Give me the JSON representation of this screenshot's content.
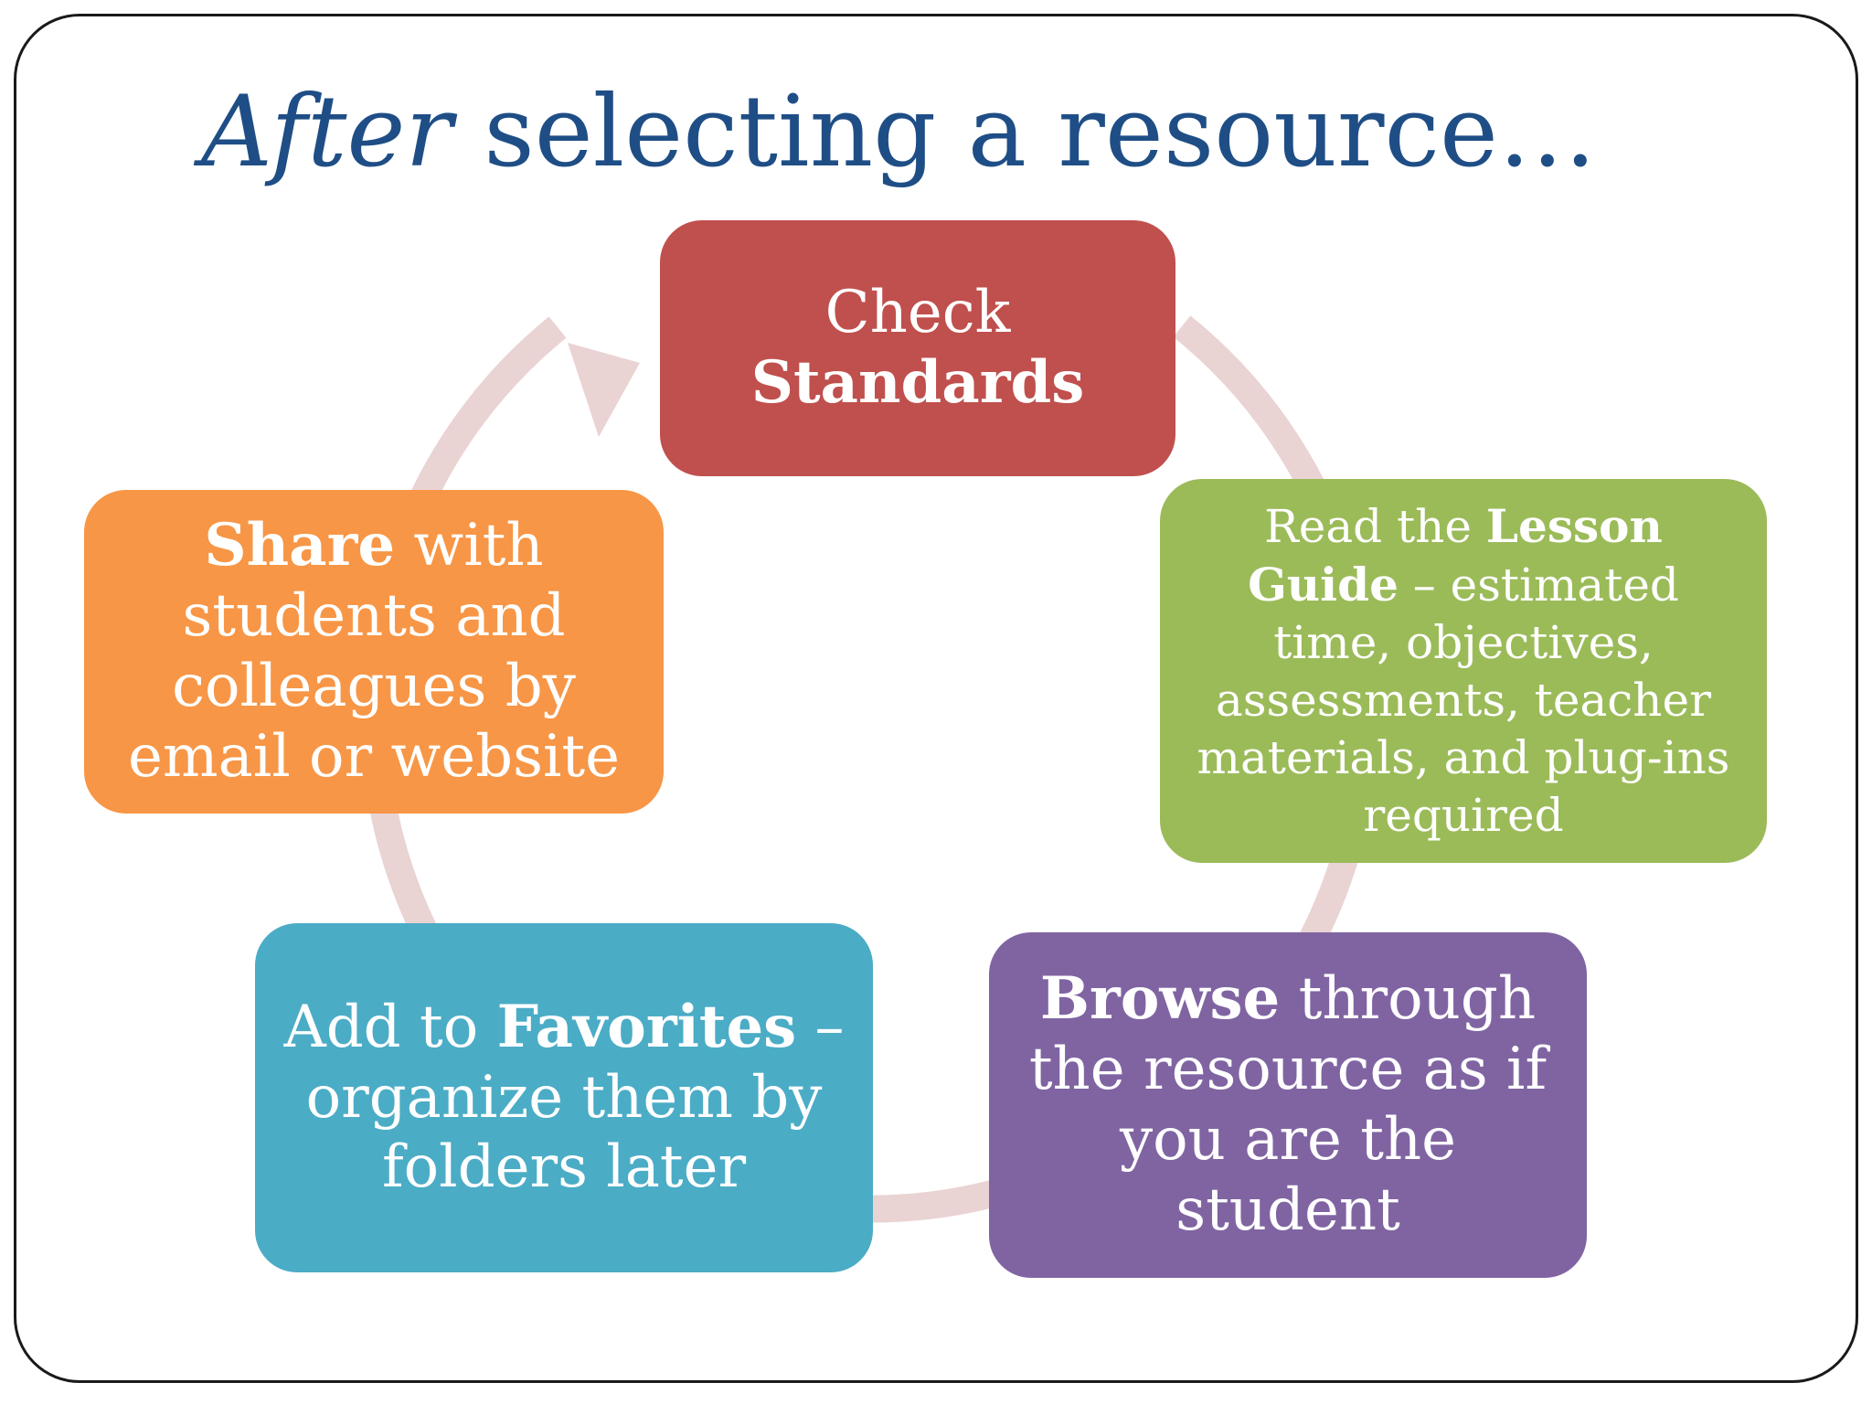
{
  "title": {
    "emphasis": "After",
    "rest": " selecting a resource…"
  },
  "colors": {
    "title": "#1f4e86",
    "check": "#c0504d",
    "lesson": "#9bbb59",
    "browse": "#8064a2",
    "favorites": "#4bacc6",
    "share": "#f79646",
    "cycle_arrow": "#ead3d3"
  },
  "steps": {
    "check": {
      "line1": "Check",
      "bold": "Standards"
    },
    "lesson": {
      "prefix": "Read the ",
      "bold": "Lesson Guide",
      "rest": " – estimated time, objectives, assessments, teacher materials, and plug-ins required"
    },
    "browse": {
      "bold": "Browse",
      "rest": " through the resource as if you are the student"
    },
    "favorites": {
      "prefix": "Add to ",
      "bold": "Favorites",
      "rest": " – organize them by folders later"
    },
    "share": {
      "bold": "Share",
      "rest": " with students and colleagues by email or website"
    }
  }
}
